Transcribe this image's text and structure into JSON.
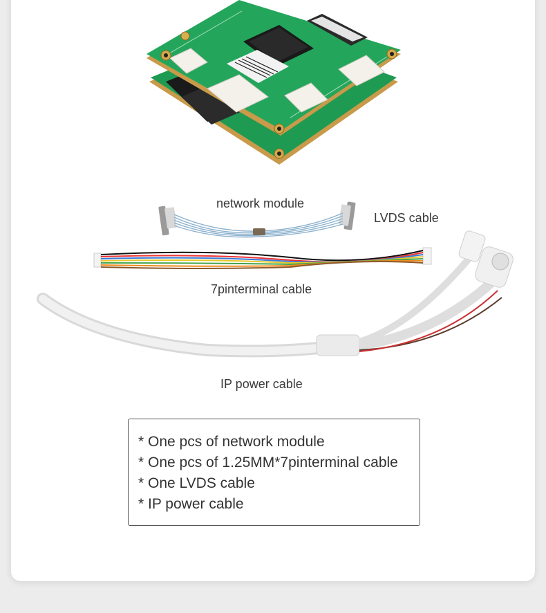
{
  "labels": {
    "network_module": "network module",
    "lvds_cable": "LVDS cable",
    "terminal_cable": "7pinterminal cable",
    "ip_power_cable": "IP power cable"
  },
  "package_list": [
    "* One pcs of network module",
    "* One pcs of 1.25MM*7pinterminal cable",
    "* One LVDS cable",
    "* IP power cable"
  ],
  "colors": {
    "page_background": "#ececec",
    "card_background": "#ffffff",
    "pcb_green": "#1e9a52",
    "text": "#333333"
  }
}
